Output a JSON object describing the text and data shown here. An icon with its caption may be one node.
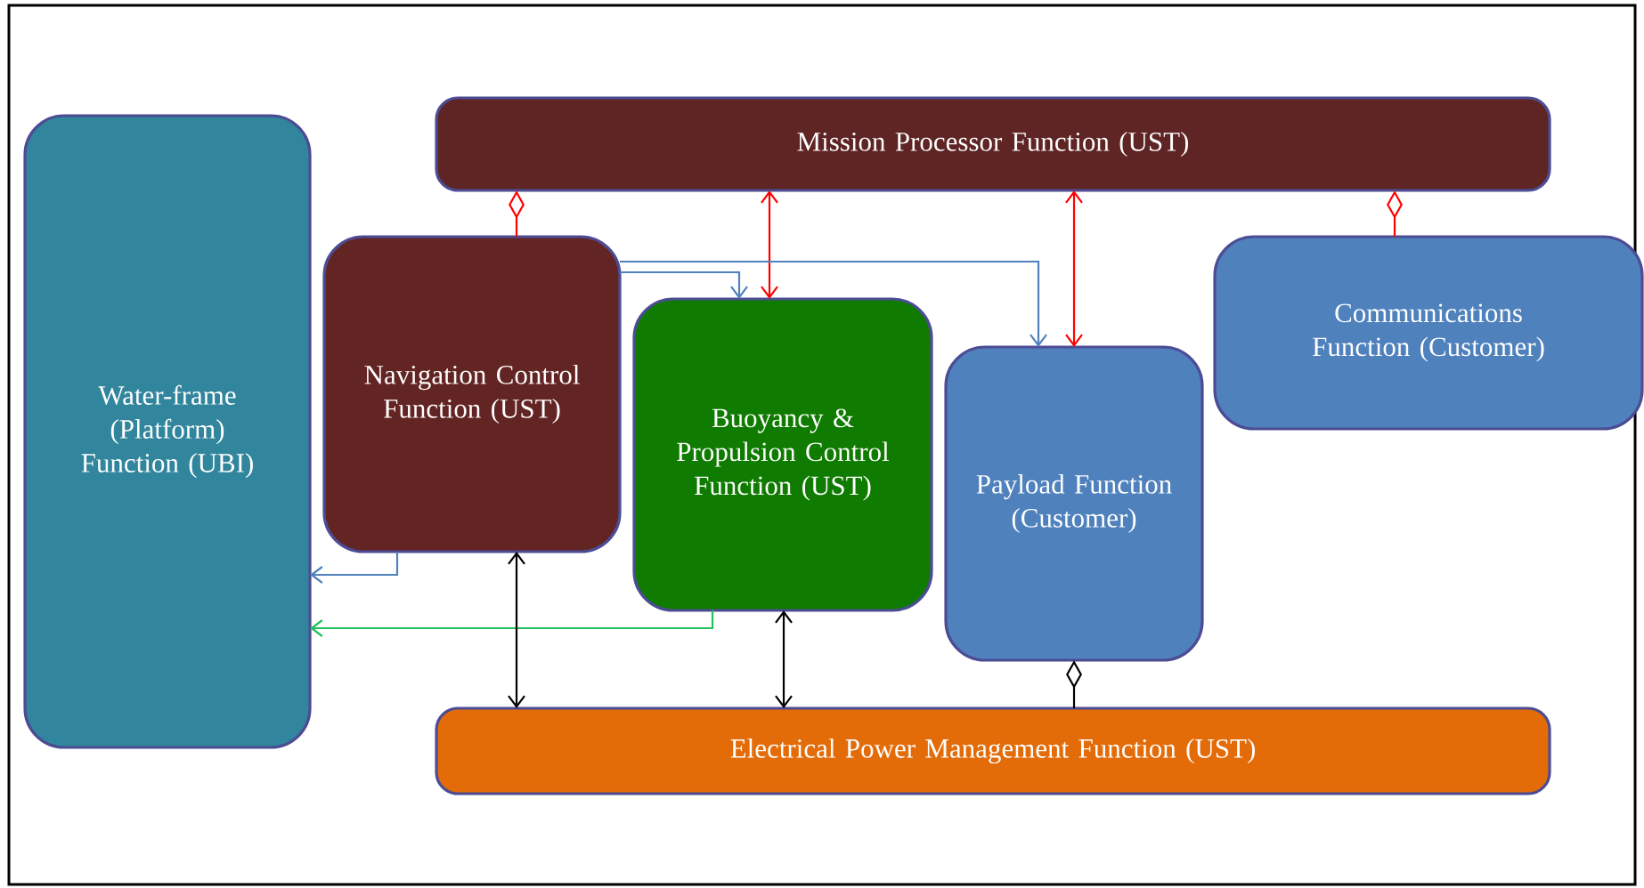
{
  "diagram": {
    "nodes": [
      {
        "text": [
          "Mission Processor Function (UST)"
        ]
      },
      {
        "text": [
          "Water-frame (Platform) Function (UBI)"
        ]
      },
      {
        "text": [
          "Navigation Control Function (UST)"
        ]
      },
      {
        "text": [
          "Buoyancy & Propulsion Control Function (UST)"
        ]
      },
      {
        "text": [
          "Payload Function (Customer)"
        ]
      },
      {
        "text": [
          "Communications Function (Customer)"
        ]
      },
      {
        "text": [
          "Electrical Power Management Function (UST)"
        ]
      }
    ],
    "edges": [
      {
        "from": 0,
        "to": 2,
        "arrow": "other",
        "color": "#ff0000"
      },
      {
        "from": 0,
        "to": 3,
        "arrow": "both",
        "color": "#ff0000"
      },
      {
        "from": 0,
        "to": 4,
        "arrow": "both",
        "color": "#ff0000"
      },
      {
        "from": 0,
        "to": 5,
        "arrow": "other",
        "color": "#ff0000"
      },
      {
        "from": 2,
        "to": 3,
        "arrow": "to",
        "color": "#4f81bd"
      },
      {
        "from": 2,
        "to": 4,
        "arrow": "to",
        "color": "#4f81bd"
      },
      {
        "from": 2,
        "to": 1,
        "arrow": "to",
        "color": "#4f81bd"
      },
      {
        "from": 3,
        "to": 1,
        "arrow": "to",
        "color": "#22c060"
      },
      {
        "from": 2,
        "to": 6,
        "arrow": "both",
        "color": "#000000"
      },
      {
        "from": 3,
        "to": 6,
        "arrow": "both",
        "color": "#000000"
      },
      {
        "from": 4,
        "to": 6,
        "arrow": "other",
        "color": "#000000"
      }
    ]
  }
}
